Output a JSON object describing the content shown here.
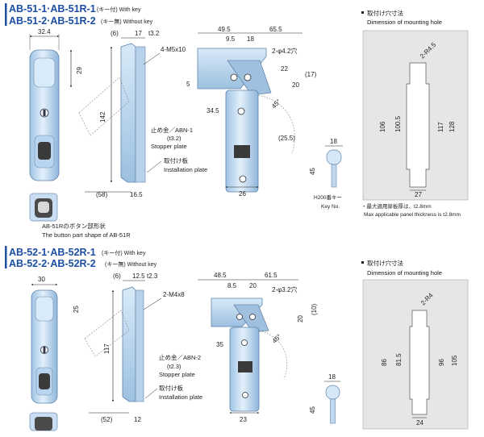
{
  "sections": [
    {
      "id": "ab51",
      "title_line1": "AB-51-1·AB-51R-1",
      "title_line1_note": "(キー付) With key",
      "title_line2": "AB-51-2·AB-51R-2",
      "title_line2_note": "(キー無) Without key",
      "dims_front": {
        "width": "32.4",
        "top": "29"
      },
      "dims_side": {
        "d6": "(6)",
        "d17": "17",
        "d32": "t3.2",
        "height": "142",
        "d58": "(58)",
        "d165": "16.5"
      },
      "dims_back": {
        "d495": "49.5",
        "d655": "65.5",
        "d95": "9.5",
        "d18": "18",
        "hole_callout": "2-φ4.2穴",
        "screw_callout": "4-M5x10",
        "d5": "5",
        "d22": "22",
        "d20": "20",
        "d17p": "(17)",
        "d345": "34.5",
        "angle": "45°",
        "d255": "(25.5)",
        "d26": "26"
      },
      "stopper_label_jp": "止め金／ABN-1",
      "stopper_label_t": "(t3.2)",
      "stopper_label_en": "Stopper plate",
      "install_label_jp": "取付け板",
      "install_label_en": "Installation plate",
      "key_dims": {
        "d18": "18",
        "d45": "45"
      },
      "key_label_jp": "H200番キー",
      "key_label_en": "Key No.",
      "button_note_jp": "AB-51Rのボタン部形状",
      "button_note_en": "The button part shape of AB-51R",
      "panel": {
        "head_jp": "取付け穴寸法",
        "head_en": "Dimension of mounting hole",
        "d106": "106",
        "d1005": "100.5",
        "d117": "117",
        "d128": "128",
        "radius": "2-R4.5",
        "d27": "27",
        "note_jp": "・最大適用扉板厚は、t2.8mm",
        "note_en": "Max applicable panel thickness is t2.8mm"
      }
    },
    {
      "id": "ab52",
      "title_line1": "AB-52-1·AB-52R-1",
      "title_line1_note": "(キー付) With key",
      "title_line2": "AB-52-2·AB-52R-2",
      "title_line2_note": "(キー無) Without key",
      "dims_front": {
        "width": "30",
        "top": "25"
      },
      "dims_side": {
        "d6": "(6)",
        "d125": "12.5",
        "d23": "t2.3",
        "height": "117",
        "d52": "(52)",
        "d12": "12"
      },
      "dims_back": {
        "d485": "48.5",
        "d615": "61.5",
        "d85": "8.5",
        "d20": "20",
        "hole_callout": "2-φ3.2穴",
        "screw_callout": "2-M4x8",
        "d10": "(10)",
        "d20b": "20",
        "d35": "35",
        "angle": "45°",
        "d23": "23"
      },
      "stopper_label_jp": "止め金／ABN-2",
      "stopper_label_t": "(t2.3)",
      "stopper_label_en": "Stopper plate",
      "install_label_jp": "取付け板",
      "install_label_en": "Installation plate",
      "key_dims": {
        "d18": "18",
        "d45": "45"
      },
      "panel": {
        "head_jp": "取付け穴寸法",
        "head_en": "Dimension of mounting hole",
        "d86": "86",
        "d815": "81.5",
        "d96": "96",
        "d105": "105",
        "radius": "2-R4",
        "d24": "24"
      }
    }
  ],
  "colors": {
    "title": "#1c4fa3",
    "part": "#c7def3",
    "part_edge": "#6d8fb0",
    "panel": "#e6e6e6"
  }
}
